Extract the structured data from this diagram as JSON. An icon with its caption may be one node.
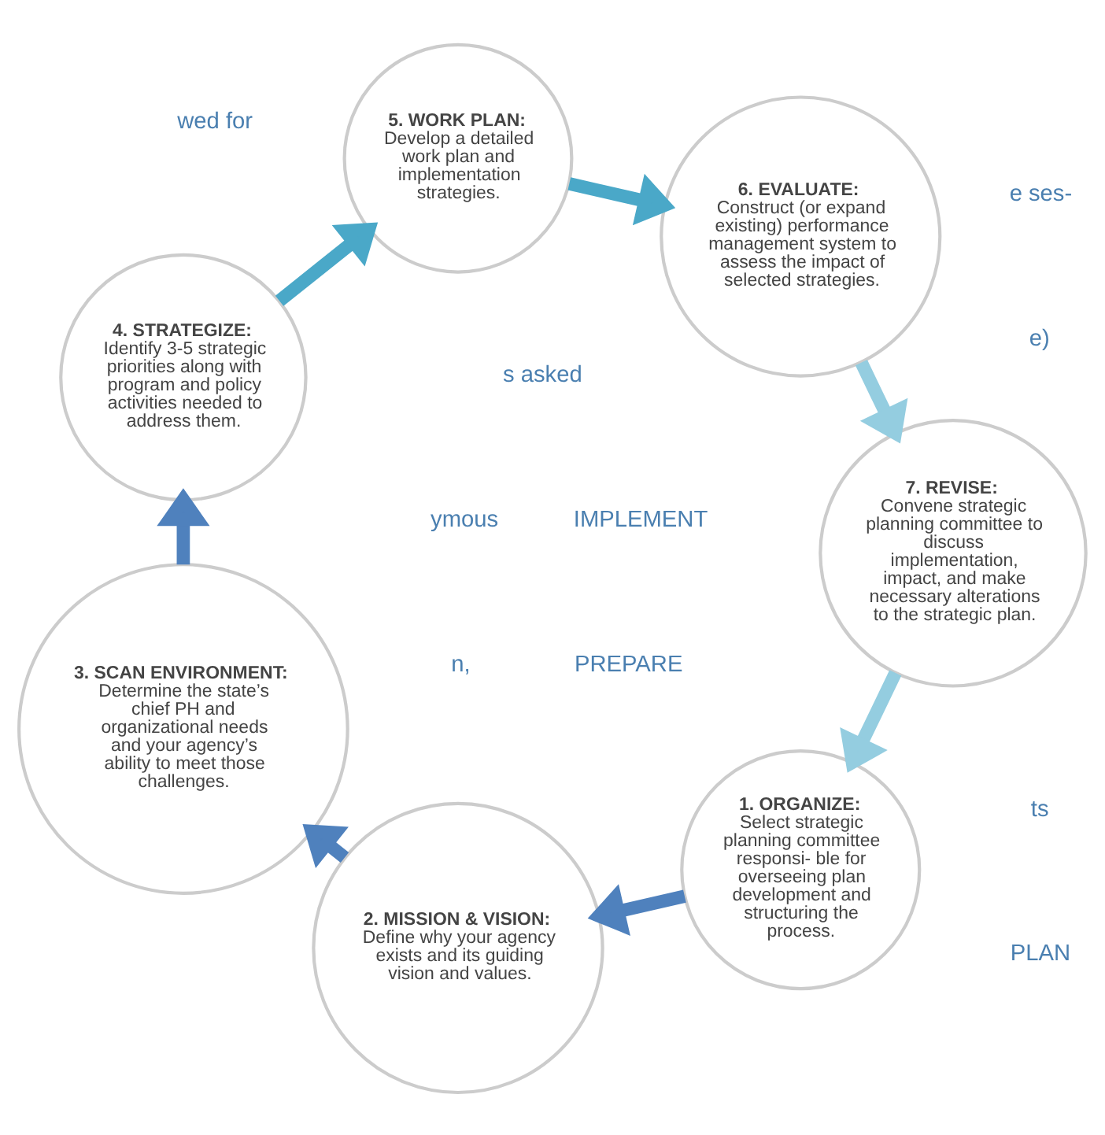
{
  "diagram": {
    "nodes": [
      {
        "text": [
          "1. ORGANIZE:",
          "Select strategic planning committee responsi- ble for overseeing plan development and structuring the process."
        ]
      },
      {
        "text": [
          "2. MISSION & VISION:",
          "Define why your agency exists and its guiding vision and values."
        ]
      },
      {
        "text": [
          "3. SCAN ENVIRONMENT:",
          "Determine the state’s chief PH and organizational needs and your agency’s ability to meet those challenges."
        ]
      },
      {
        "text": [
          "4. STRATEGIZE:",
          "Identify 3-5 strategic priorities along with program and policy activities needed to address them."
        ]
      },
      {
        "text": [
          "5. WORK PLAN:",
          "Develop a detailed work plan and implementation strategies."
        ]
      },
      {
        "text": [
          "6. EVALUATE:",
          "Construct (or expand existing) performance management system to assess the impact of selected strategies."
        ]
      },
      {
        "text": [
          "7. REVISE:",
          "Convene strategic planning committee to discuss implementation, impact, and make necessary alterations to the strategic plan."
        ]
      }
    ],
    "edges": [
      {
        "from": 0,
        "to": 1,
        "arrow": "to",
        "color": "#4f81bd"
      },
      {
        "from": 1,
        "to": 2,
        "arrow": "to",
        "color": "#4f81bd"
      },
      {
        "from": 2,
        "to": 3,
        "arrow": "to",
        "color": "#4f81bd"
      },
      {
        "from": 3,
        "to": 4,
        "arrow": "to",
        "color": "#4aa8c8"
      },
      {
        "from": 4,
        "to": 5,
        "arrow": "to",
        "color": "#4aa8c8"
      },
      {
        "from": 5,
        "to": 6,
        "arrow": "to",
        "color": "#94cde0"
      },
      {
        "from": 6,
        "to": 0,
        "arrow": "to",
        "color": "#94cde0"
      }
    ],
    "labels": [
      "s asked",
      "wed for",
      "ymous",
      "n,",
      "PREPARE",
      "IMPLEMENT",
      "PLAN",
      "ts",
      "e)",
      "e ses-"
    ]
  }
}
